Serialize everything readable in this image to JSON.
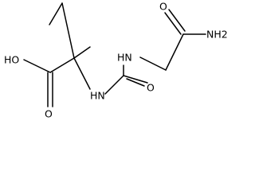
{
  "structure": {
    "labels": {
      "hydroxyl": "HO",
      "carboxyl_oxygen": "O",
      "amide_nh": "HN",
      "urea_nh": "HN",
      "urea_oxygen": "O",
      "amide_oxygen": "O",
      "amine": "NH2"
    }
  },
  "colors": {
    "bond": "#000000",
    "text": "#000000",
    "background": "#ffffff"
  }
}
